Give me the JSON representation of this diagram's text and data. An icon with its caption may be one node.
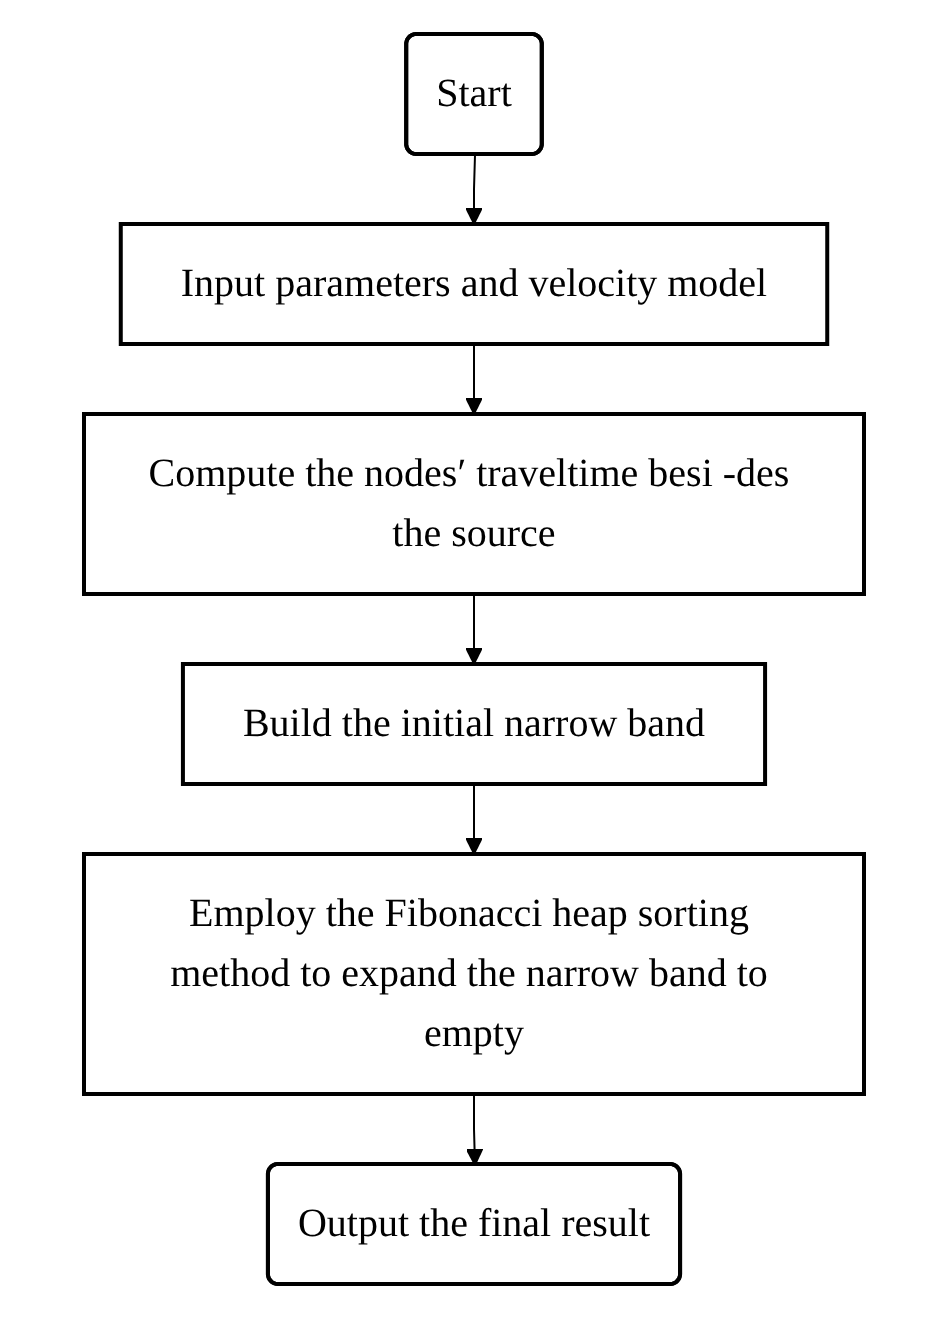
{
  "diagram": {
    "nodes": [
      {
        "text": [
          "Start"
        ]
      },
      {
        "text": [
          "Input parameters and velocity model"
        ]
      },
      {
        "text": [
          "Compute the nodes′ traveltime besi -des the source"
        ]
      },
      {
        "text": [
          "Build the initial narrow band"
        ]
      },
      {
        "text": [
          "Employ the Fibonacci heap sorting method to expand the narrow band to empty"
        ]
      },
      {
        "text": [
          "Output the final result"
        ]
      }
    ],
    "edges": [
      {
        "from": 0,
        "to": 1,
        "arrow": "to"
      },
      {
        "from": 1,
        "to": 2,
        "arrow": "to"
      },
      {
        "from": 2,
        "to": 3,
        "arrow": "to"
      },
      {
        "from": 3,
        "to": 4,
        "arrow": "to"
      },
      {
        "from": 4,
        "to": 5,
        "arrow": "to"
      }
    ]
  }
}
